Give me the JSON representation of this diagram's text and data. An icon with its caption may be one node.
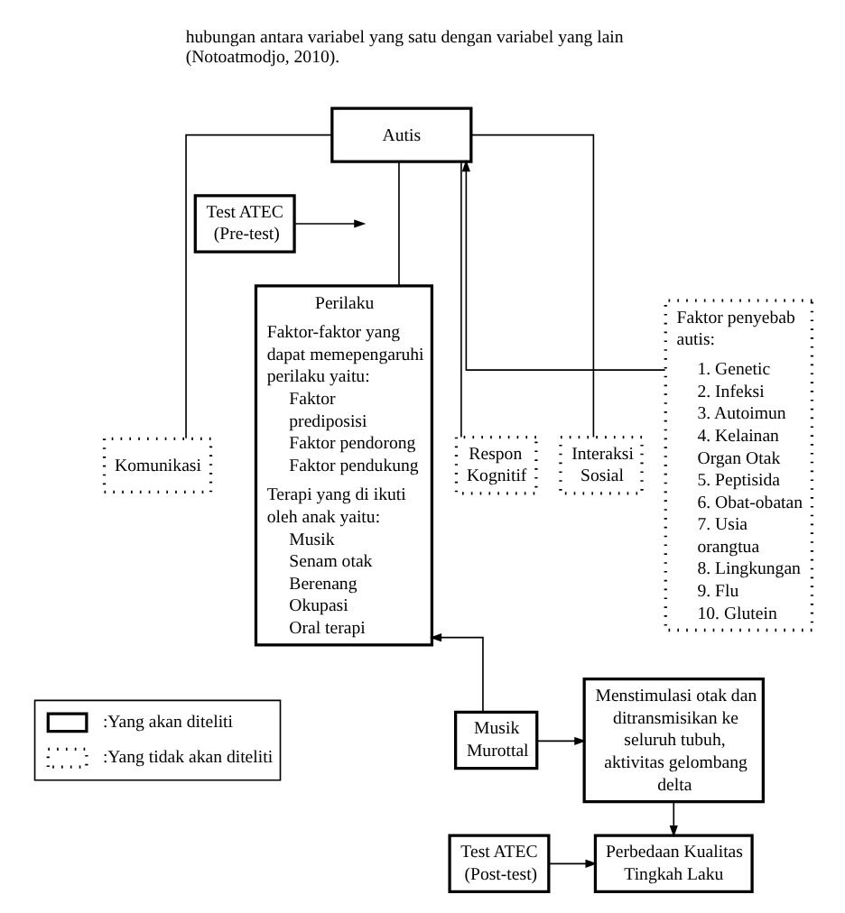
{
  "diagram": {
    "nodes": [
      {
        "text": [
          "Autis"
        ]
      },
      {
        "text": [
          "Faktor penyebab autis:",
          "1. Genetic",
          "2. Infeksi",
          "3. Autoimun",
          "4. Kelainan Organ Otak",
          "5. Peptisida",
          "6. Obat-obatan",
          "7. Usia orangtua",
          "8. Lingkungan",
          "9. Flu",
          "10. Glutein"
        ]
      },
      {
        "text": [
          "Test ATEC (Pre-test)"
        ]
      },
      {
        "text": [
          "Komunikasi"
        ]
      },
      {
        "text": [
          "Perilaku",
          "Faktor-faktor yang dapat memepengaruhi perilaku yaitu:",
          "Faktor prediposisi",
          "Faktor pendorong",
          "Faktor pendukung",
          "Terapi yang di ikuti oleh anak yaitu:",
          "Musik",
          "Senam otak",
          "Berenang",
          "Okupasi",
          "Oral terapi"
        ]
      },
      {
        "text": [
          "Respon Kognitif"
        ]
      },
      {
        "text": [
          "Interaksi Sosial"
        ]
      },
      {
        "text": [
          "Musik Murottal"
        ]
      },
      {
        "text": [
          "Menstimulasi otak dan ditransmisikan ke seluruh tubuh, aktivitas gelombang delta"
        ]
      },
      {
        "text": [
          "Test ATEC (Post-test)"
        ]
      },
      {
        "text": [
          "Perbedaan Kualitas Tingkah Laku"
        ]
      }
    ],
    "edges": [
      {
        "from": 1,
        "to": 0,
        "arrow": "to"
      },
      {
        "from": 2,
        "to": null,
        "arrow": "to"
      },
      {
        "from": 0,
        "to": 3,
        "arrow": "none"
      },
      {
        "from": 0,
        "to": 4,
        "arrow": "none"
      },
      {
        "from": 0,
        "to": 5,
        "arrow": "none"
      },
      {
        "from": 0,
        "to": 6,
        "arrow": "none"
      },
      {
        "from": 7,
        "to": 4,
        "arrow": "to"
      },
      {
        "from": 7,
        "to": 8,
        "arrow": "to"
      },
      {
        "from": 8,
        "to": 10,
        "arrow": "to"
      },
      {
        "from": 9,
        "to": 10,
        "arrow": "to"
      }
    ],
    "labels": [
      "hubungan antara variabel yang satu dengan variabel yang lain (Notoatmodjo, 2010)."
    ],
    "legend": [
      {
        "text": ":Yang akan diteliti"
      },
      {
        "text": ":Yang tidak akan diteliti"
      }
    ]
  }
}
